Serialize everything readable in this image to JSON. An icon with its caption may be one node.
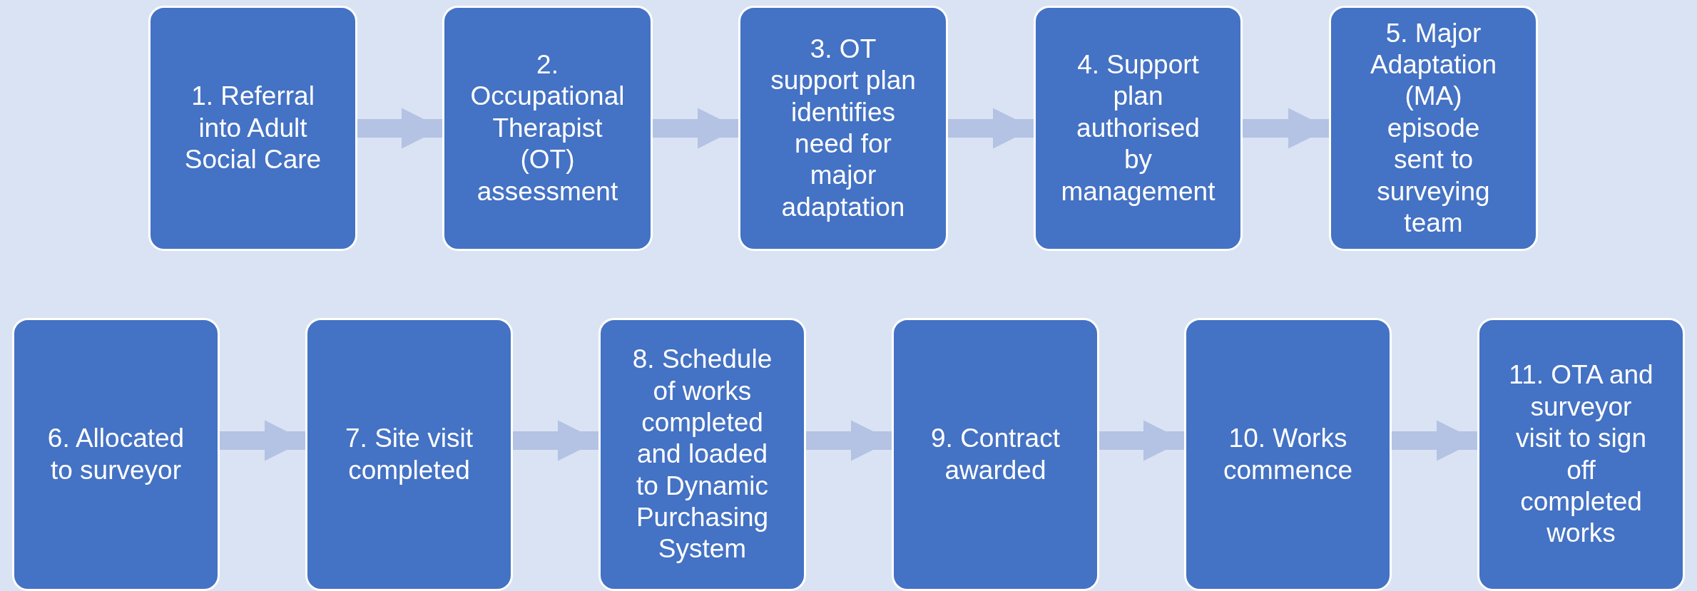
{
  "diagram": {
    "nodes": [
      {
        "text": [
          "1. Referral into Adult Social Care"
        ]
      },
      {
        "text": [
          "2. Occupational Therapist (OT) assessment"
        ]
      },
      {
        "text": [
          "3. OT support plan identifies need for major adaptation"
        ]
      },
      {
        "text": [
          "4. Support plan authorised by management"
        ]
      },
      {
        "text": [
          "5. Major Adaptation (MA) episode sent to surveying team"
        ]
      },
      {
        "text": [
          "6. Allocated to surveyor"
        ]
      },
      {
        "text": [
          "7. Site visit completed"
        ]
      },
      {
        "text": [
          "8. Schedule of works completed and loaded to Dynamic Purchasing System"
        ]
      },
      {
        "text": [
          "9. Contract awarded"
        ]
      },
      {
        "text": [
          "10. Works commence"
        ]
      },
      {
        "text": [
          "11. OTA and surveyor visit to sign off completed works"
        ]
      }
    ],
    "edges": [
      {
        "from": 0,
        "to": 1,
        "arrow": "to"
      },
      {
        "from": 1,
        "to": 2,
        "arrow": "to"
      },
      {
        "from": 2,
        "to": 3,
        "arrow": "to"
      },
      {
        "from": 3,
        "to": 4,
        "arrow": "to"
      },
      {
        "from": 5,
        "to": 6,
        "arrow": "to"
      },
      {
        "from": 6,
        "to": 7,
        "arrow": "to"
      },
      {
        "from": 7,
        "to": 8,
        "arrow": "to"
      },
      {
        "from": 8,
        "to": 9,
        "arrow": "to"
      },
      {
        "from": 9,
        "to": 10,
        "arrow": "to"
      }
    ]
  }
}
